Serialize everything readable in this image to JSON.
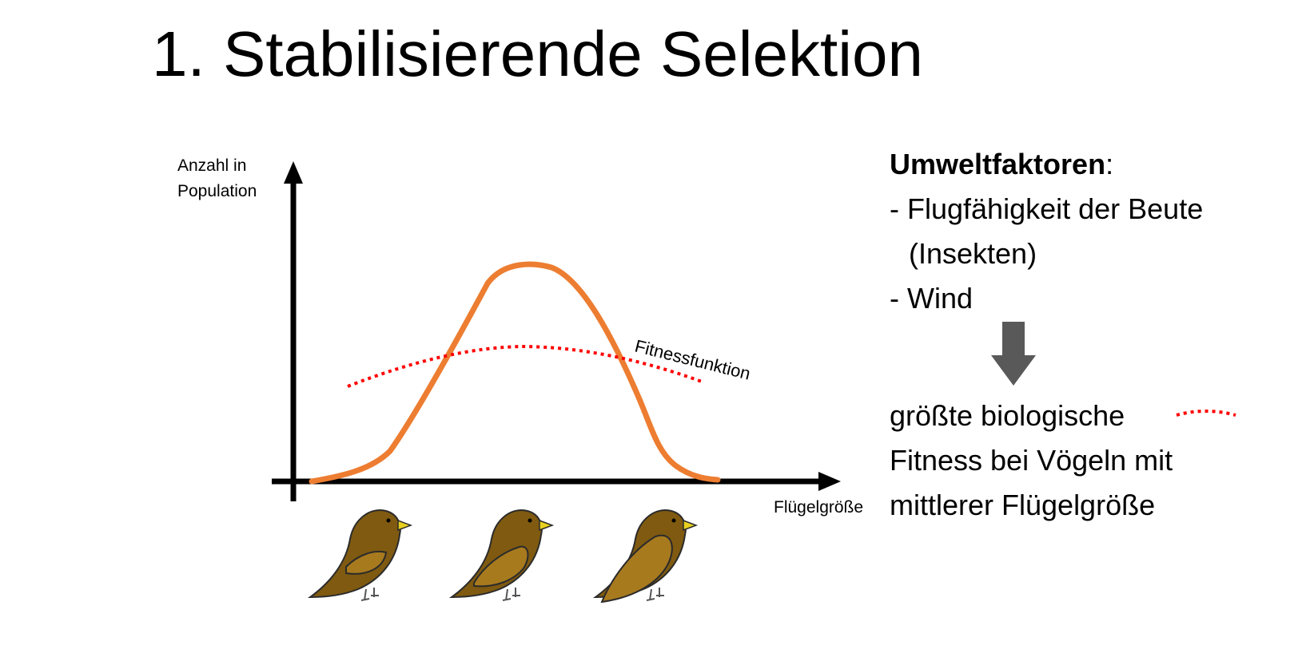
{
  "title": "1. Stabilisierende Selektion",
  "y_axis_label_line1": "Anzahl in",
  "y_axis_label_line2": "Population",
  "x_axis_label": "Flügelgröße",
  "fitness_label": "Fitnessfunktion",
  "factors": {
    "heading": "Umweltfaktoren",
    "colon": ":",
    "items": [
      "- Flugfähigkeit der Beute",
      "(Insekten)",
      "- Wind"
    ]
  },
  "result_lines": [
    "größte biologische",
    "Fitness bei Vögeln mit",
    "mittlerer Flügelgröße"
  ],
  "colors": {
    "distribution": "#ED7D31",
    "fitness": "#FF0000",
    "arrow": "#595959",
    "bird_body": "#7F5A10",
    "bird_wing": "#A87A1E",
    "beak": "#E8D020"
  },
  "chart_data": {
    "type": "line",
    "xlabel": "Flügelgröße",
    "ylabel": "Anzahl in Population",
    "series": [
      {
        "name": "",
        "style": "solid",
        "color": "#ED7D31"
      },
      {
        "name": "Fitnessfunktion",
        "style": "dotted",
        "color": "#FF0000"
      }
    ]
  },
  "birds": [
    {
      "wing_size": "small"
    },
    {
      "wing_size": "medium"
    },
    {
      "wing_size": "large"
    }
  ]
}
